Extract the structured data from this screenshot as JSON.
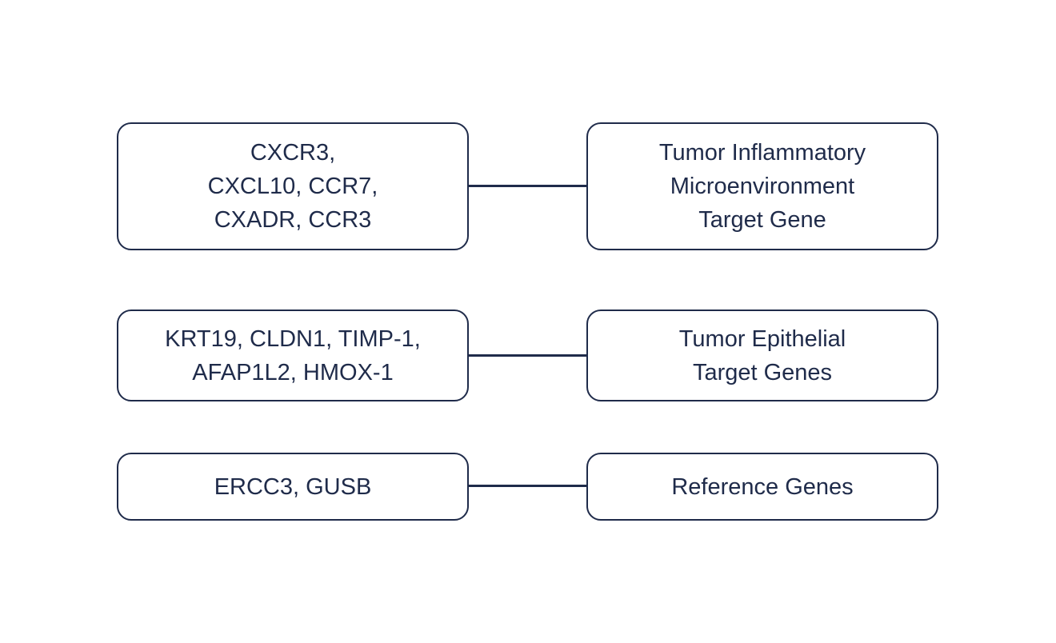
{
  "rows": [
    {
      "genes": [
        "CXCR3,",
        "CXCL10, CCR7,",
        "CXADR, CCR3"
      ],
      "category": [
        "Tumor Inflammatory",
        "Microenvironment",
        "Target Gene"
      ]
    },
    {
      "genes": [
        "KRT19, CLDN1, TIMP-1,",
        "AFAP1L2, HMOX-1"
      ],
      "category": [
        "Tumor Epithelial",
        "Target Genes"
      ]
    },
    {
      "genes": [
        "ERCC3, GUSB"
      ],
      "category": [
        "Reference Genes"
      ]
    }
  ],
  "colors": {
    "stroke": "#1f2b4a"
  }
}
